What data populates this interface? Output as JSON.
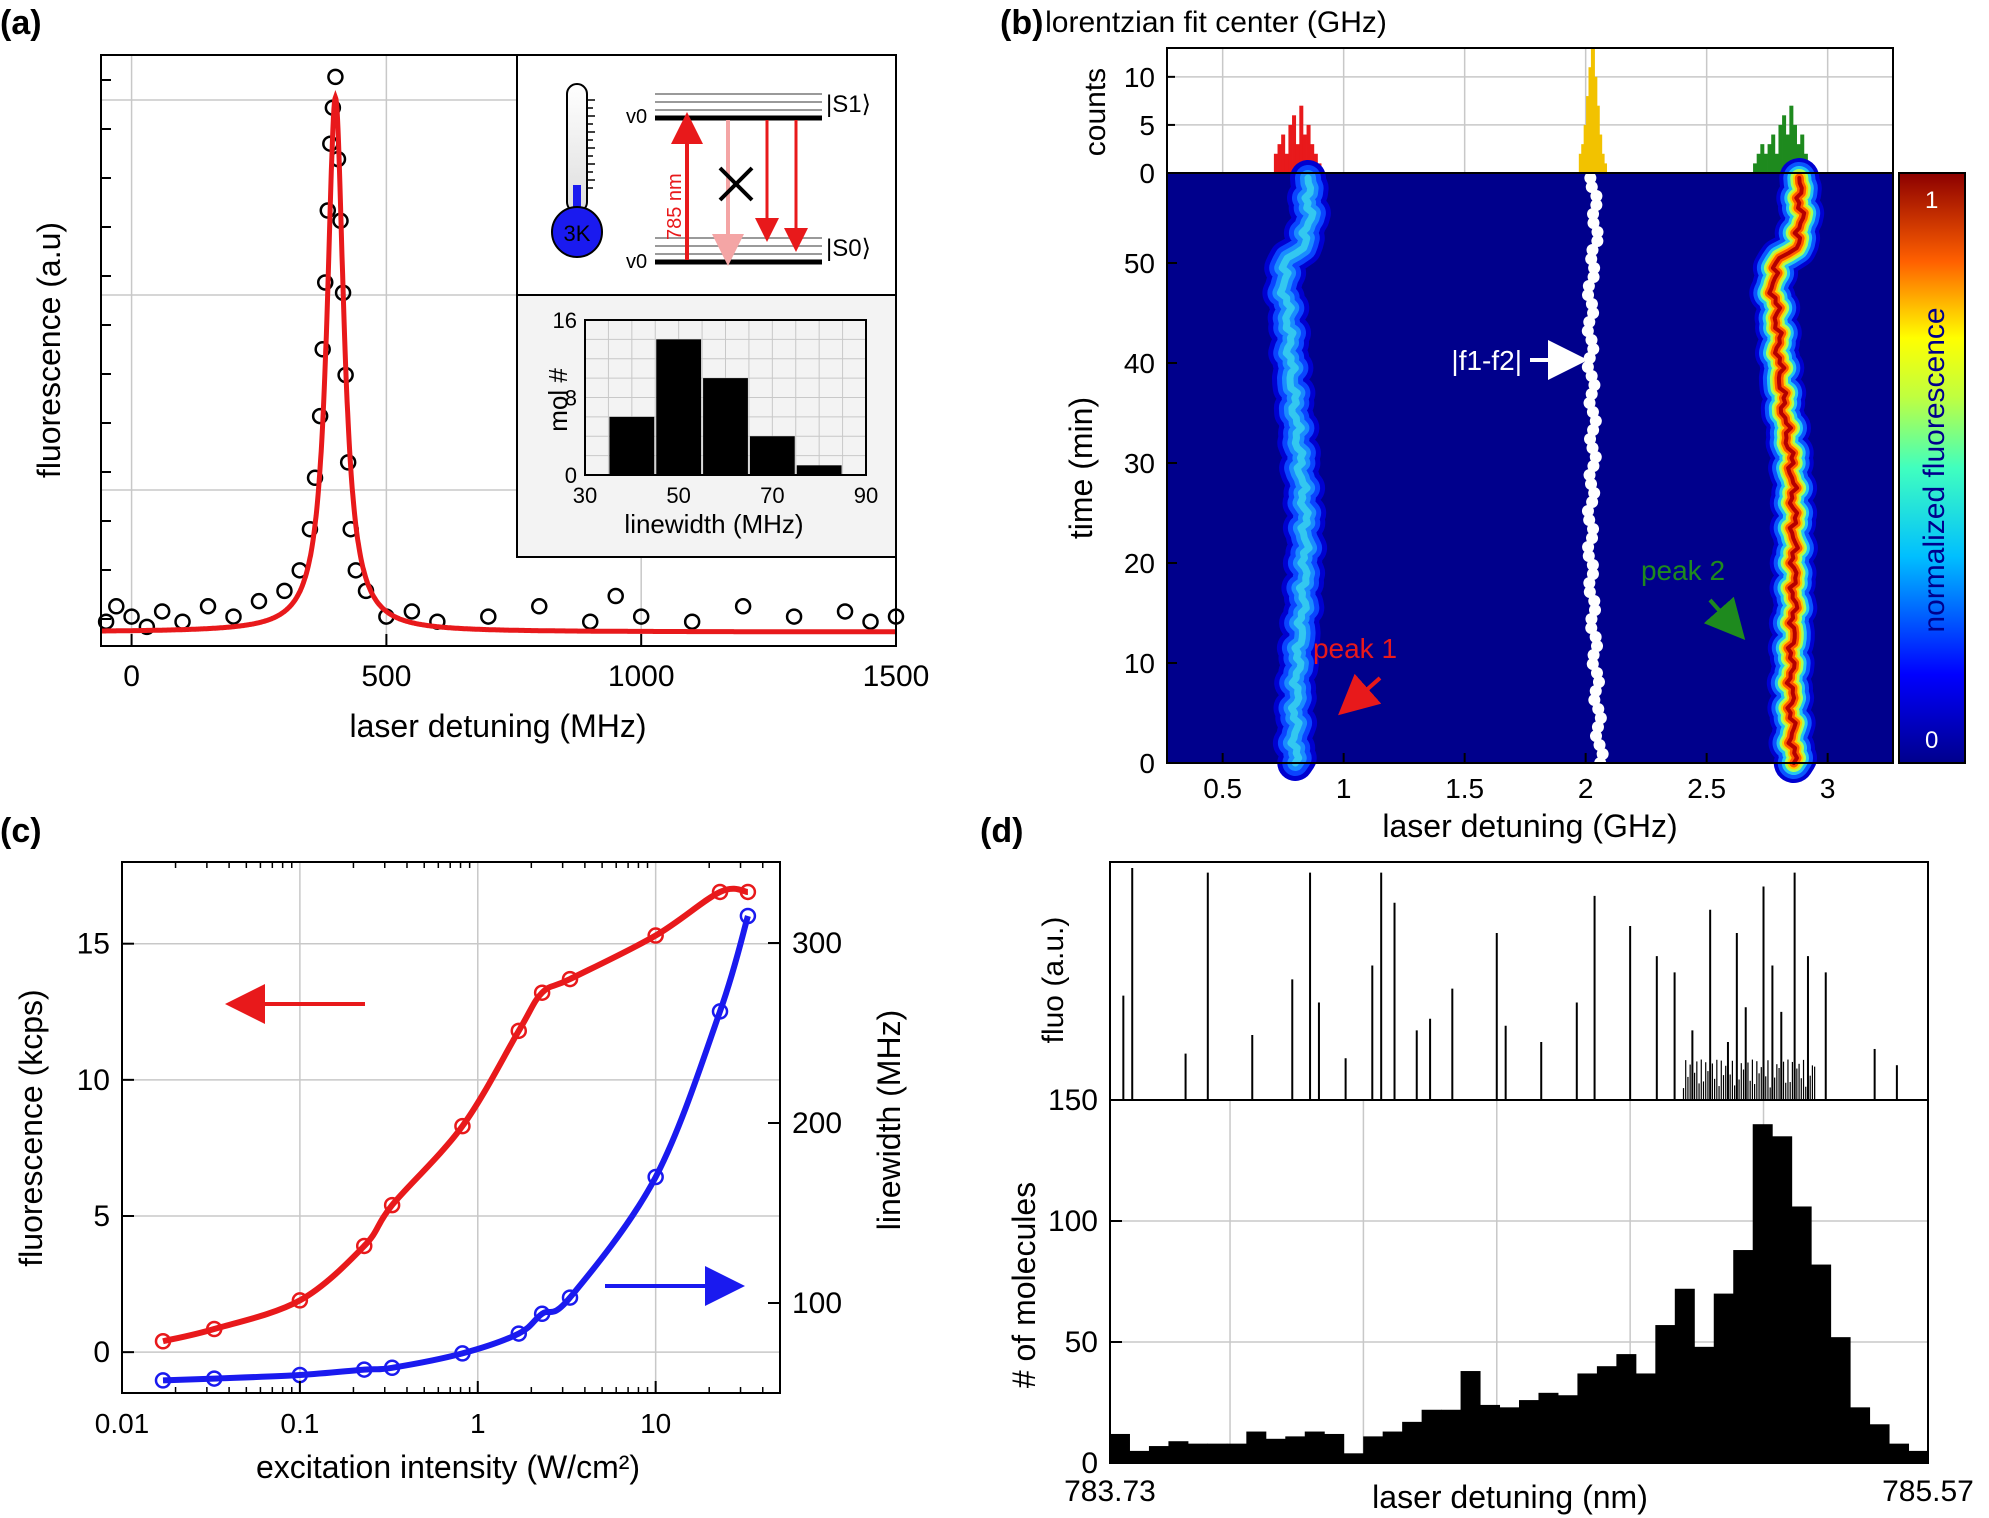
{
  "panels": {
    "a": "(a)",
    "b": "(b)",
    "c": "(c)",
    "d": "(d)"
  },
  "colors": {
    "red": "#e8191b",
    "blue": "#1a1aef",
    "green": "#1e8a1e",
    "gold": "#f2c200",
    "dark_blue": "#00008c",
    "grid": "#c8c8c8"
  },
  "chart_data": [
    {
      "id": "a",
      "type": "scatter",
      "xlabel": "laser detuning (MHz)",
      "ylabel": "fluorescence (a.u)",
      "xlim": [
        -60,
        1500
      ],
      "xticks": [
        0,
        500,
        1000,
        1500
      ],
      "y_tick_labels_shown": false,
      "grid": true,
      "series": [
        {
          "style": "open circles",
          "color": "#000000",
          "x": [
            -50,
            -30,
            0,
            30,
            60,
            100,
            150,
            200,
            250,
            300,
            330,
            350,
            360,
            370,
            375,
            380,
            385,
            390,
            395,
            400,
            405,
            410,
            415,
            420,
            425,
            430,
            440,
            460,
            500,
            550,
            600,
            700,
            800,
            900,
            950,
            1000,
            1100,
            1200,
            1300,
            1400,
            1450,
            1500
          ],
          "y": [
            0.02,
            0.05,
            0.03,
            0.01,
            0.04,
            0.02,
            0.05,
            0.03,
            0.06,
            0.08,
            0.12,
            0.2,
            0.3,
            0.42,
            0.55,
            0.68,
            0.82,
            0.95,
            1.02,
            1.08,
            0.92,
            0.8,
            0.66,
            0.5,
            0.33,
            0.2,
            0.12,
            0.08,
            0.03,
            0.04,
            0.02,
            0.03,
            0.05,
            0.02,
            0.07,
            0.03,
            0.02,
            0.05,
            0.03,
            0.04,
            0.02,
            0.03
          ]
        },
        {
          "style": "lorentzian fit",
          "color": "#e8191b",
          "center": 400,
          "fwhm": 40,
          "amplitude": 1.0,
          "offset": 0.0
        }
      ],
      "inset_level_scheme": {
        "levels": [
          "v0",
          "v0"
        ],
        "states": [
          "|S1⟩",
          "|S0⟩"
        ],
        "wavelength_label": "785 nm",
        "thermometer_label": "3K"
      },
      "inset_histogram": {
        "type": "bar",
        "xlabel": "linewidth (MHz)",
        "ylabel": "mol #",
        "xlim": [
          30,
          90
        ],
        "xticks": [
          30,
          50,
          70,
          90
        ],
        "ylim": [
          0,
          16
        ],
        "yticks": [
          0,
          8,
          16
        ],
        "categories": [
          40,
          50,
          60,
          70,
          80
        ],
        "values": [
          6,
          14,
          10,
          4,
          1
        ]
      }
    },
    {
      "id": "b",
      "type": "heatmap",
      "title": "lorentzian fit center (GHz)",
      "xlabel": "laser detuning (GHz)",
      "ylabel": "time (min)",
      "xlim": [
        0.27,
        3.27
      ],
      "xticks": [
        0.5,
        1,
        1.5,
        2,
        2.5,
        3
      ],
      "ylim": [
        0,
        59
      ],
      "yticks": [
        0,
        10,
        20,
        30,
        40,
        50
      ],
      "colorbar_label": "normalized fluorescence",
      "colorbar_ticks": [
        "0",
        "1"
      ],
      "annotations": [
        "peak 1",
        "peak 2",
        "|f1-f2|"
      ],
      "series": [
        {
          "name": "peak 1",
          "color": "#e8191b",
          "relative_intensity": 0.45,
          "time": [
            0,
            5,
            10,
            15,
            20,
            25,
            30,
            35,
            40,
            45,
            48,
            50,
            52,
            55,
            58
          ],
          "center": [
            0.8,
            0.8,
            0.81,
            0.83,
            0.84,
            0.84,
            0.82,
            0.8,
            0.78,
            0.77,
            0.75,
            0.76,
            0.84,
            0.86,
            0.85
          ]
        },
        {
          "name": "peak 2",
          "color": "#1e8a1e",
          "relative_intensity": 1.0,
          "time": [
            0,
            5,
            10,
            15,
            20,
            25,
            30,
            35,
            40,
            45,
            48,
            50,
            52,
            55,
            58
          ],
          "center": [
            2.86,
            2.85,
            2.85,
            2.86,
            2.86,
            2.86,
            2.85,
            2.82,
            2.8,
            2.79,
            2.77,
            2.79,
            2.88,
            2.89,
            2.88
          ]
        },
        {
          "name": "|f1-f2|",
          "color": "#ffffff",
          "time": [
            0,
            5,
            10,
            15,
            20,
            25,
            30,
            35,
            40,
            45,
            48,
            50,
            52,
            55,
            58
          ],
          "center": [
            2.06,
            2.05,
            2.04,
            2.03,
            2.02,
            2.02,
            2.03,
            2.03,
            2.02,
            2.02,
            2.02,
            2.03,
            2.04,
            2.04,
            2.03
          ]
        }
      ],
      "top_histogram": {
        "type": "bar",
        "ylabel": "counts",
        "ylim": [
          0,
          13
        ],
        "yticks": [
          0,
          5,
          10
        ],
        "groups": [
          {
            "color": "#e8191b",
            "x": [
              0.72,
              0.735,
              0.75,
              0.765,
              0.78,
              0.795,
              0.81,
              0.825,
              0.84,
              0.855,
              0.87,
              0.885,
              0.9
            ],
            "counts": [
              2,
              3,
              4,
              2,
              5,
              6,
              3,
              7,
              4,
              5,
              3,
              2,
              1
            ]
          },
          {
            "color": "#f2c200",
            "x": [
              1.98,
              1.99,
              2.0,
              2.01,
              2.02,
              2.03,
              2.04,
              2.05,
              2.06,
              2.07,
              2.08
            ],
            "counts": [
              2,
              3,
              5,
              8,
              11,
              13,
              10,
              7,
              4,
              2,
              1
            ]
          },
          {
            "color": "#1e8a1e",
            "x": [
              2.7,
              2.715,
              2.73,
              2.745,
              2.76,
              2.775,
              2.79,
              2.805,
              2.82,
              2.835,
              2.85,
              2.865,
              2.88,
              2.895,
              2.91,
              2.925
            ],
            "counts": [
              1,
              2,
              3,
              2,
              3,
              4,
              2,
              5,
              6,
              4,
              7,
              5,
              3,
              4,
              2,
              1
            ]
          }
        ]
      }
    },
    {
      "id": "c",
      "type": "line",
      "xlabel": "excitation intensity (W/cm²)",
      "ylabel": "fluorescence (kcps)",
      "ylabel_right": "linewidth (MHz)",
      "xscale": "log",
      "xlim": [
        0.01,
        50
      ],
      "xticks": [
        0.01,
        0.1,
        1,
        10
      ],
      "xtick_labels": [
        "0.01",
        "0.1",
        "1",
        "10"
      ],
      "ylim": [
        -1.5,
        18
      ],
      "yticks": [
        0,
        5,
        10,
        15
      ],
      "ylim_right": [
        50,
        345
      ],
      "yticks_right": [
        100,
        200,
        300
      ],
      "grid": true,
      "series": [
        {
          "axis": "left",
          "color": "#e8191b",
          "x": [
            0.017,
            0.033,
            0.1,
            0.23,
            0.33,
            0.82,
            1.7,
            2.3,
            3.3,
            10,
            23,
            33
          ],
          "y": [
            0.4,
            0.85,
            1.9,
            3.9,
            5.4,
            8.3,
            11.8,
            13.2,
            13.7,
            15.3,
            16.9,
            16.9
          ]
        },
        {
          "axis": "right",
          "color": "#1a1aef",
          "x": [
            0.017,
            0.033,
            0.1,
            0.23,
            0.33,
            0.82,
            1.7,
            2.3,
            3.3,
            10,
            23,
            33
          ],
          "y": [
            57,
            58,
            60,
            63,
            64,
            72,
            83,
            94,
            103,
            170,
            262,
            315
          ]
        }
      ]
    },
    {
      "id": "d",
      "type": "bar",
      "xlabel": "laser detuning (nm)",
      "ylabel": "# of molecules",
      "xlim": [
        783.73,
        785.57
      ],
      "xtick_labels": [
        "783.73",
        "785.57"
      ],
      "ylim": [
        0,
        150
      ],
      "yticks": [
        0,
        50,
        100,
        150
      ],
      "grid": true,
      "bin_width_nm": 0.05,
      "values": [
        12,
        5,
        7,
        9,
        8,
        8,
        8,
        13,
        10,
        11,
        13,
        12,
        4,
        11,
        13,
        17,
        22,
        22,
        38,
        24,
        23,
        26,
        29,
        28,
        37,
        40,
        45,
        37,
        57,
        72,
        48,
        70,
        88,
        140,
        135,
        106,
        82,
        52,
        23,
        16,
        8,
        5
      ],
      "top_trace": {
        "ylabel": "fluo (a.u.)",
        "type": "stick spectrum",
        "x": [
          783.76,
          783.78,
          783.9,
          783.95,
          784.05,
          784.14,
          784.18,
          784.2,
          784.26,
          784.32,
          784.34,
          784.37,
          784.42,
          784.45,
          784.5,
          784.6,
          784.62,
          784.7,
          784.78,
          784.82,
          784.9,
          784.96,
          785.0,
          785.04,
          785.08,
          785.12,
          785.14,
          785.16,
          785.2,
          785.22,
          785.24,
          785.27,
          785.3,
          785.34,
          785.45,
          785.5
        ],
        "y": [
          0.45,
          1.0,
          0.2,
          0.98,
          0.28,
          0.52,
          0.98,
          0.42,
          0.18,
          0.58,
          0.98,
          0.85,
          0.3,
          0.35,
          0.48,
          0.72,
          0.32,
          0.25,
          0.42,
          0.88,
          0.75,
          0.62,
          0.55,
          0.3,
          0.82,
          0.25,
          0.72,
          0.4,
          0.92,
          0.58,
          0.38,
          0.98,
          0.62,
          0.55,
          0.22,
          0.15
        ]
      }
    }
  ]
}
